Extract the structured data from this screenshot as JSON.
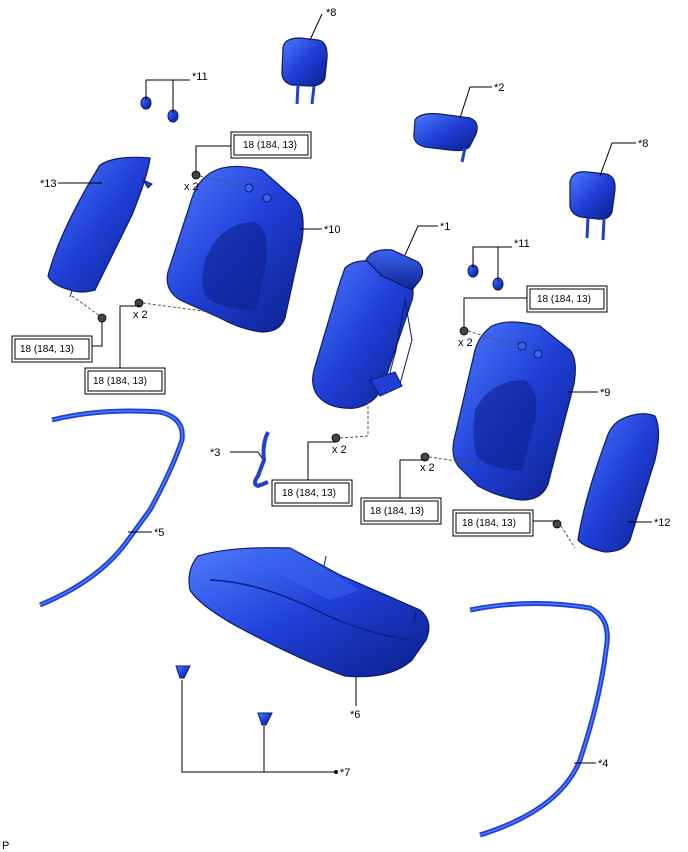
{
  "colors": {
    "part_fill": "#1f3fd6",
    "part_dark": "#0c1f8a",
    "part_light": "#4f7cff",
    "line": "#000000"
  },
  "callouts": {
    "c1": "*1",
    "c2": "*2",
    "c3": "*3",
    "c4": "*4",
    "c5": "*5",
    "c6": "*6",
    "c7": "*7",
    "c8a": "*8",
    "c8b": "*8",
    "c9": "*9",
    "c10": "*10",
    "c11a": "*11",
    "c11b": "*11",
    "c12": "*12",
    "c13": "*13"
  },
  "quantities": {
    "q1": "x 2",
    "q2": "x 2",
    "q3": "x 2",
    "q4": "x 2",
    "q5": "x 2"
  },
  "torque": {
    "t1": "18 (184, 13)",
    "t2": "18 (184, 13)",
    "t3": "18 (184, 13)",
    "t4": "18 (184, 13)",
    "t5": "18 (184, 13)",
    "t6": "18 (184, 13)",
    "t7": "18 (184, 13)"
  },
  "footer": {
    "code": "P"
  },
  "icons": {
    "bolt": "bolt-icon",
    "clip": "clip-icon",
    "bullet": "•"
  }
}
